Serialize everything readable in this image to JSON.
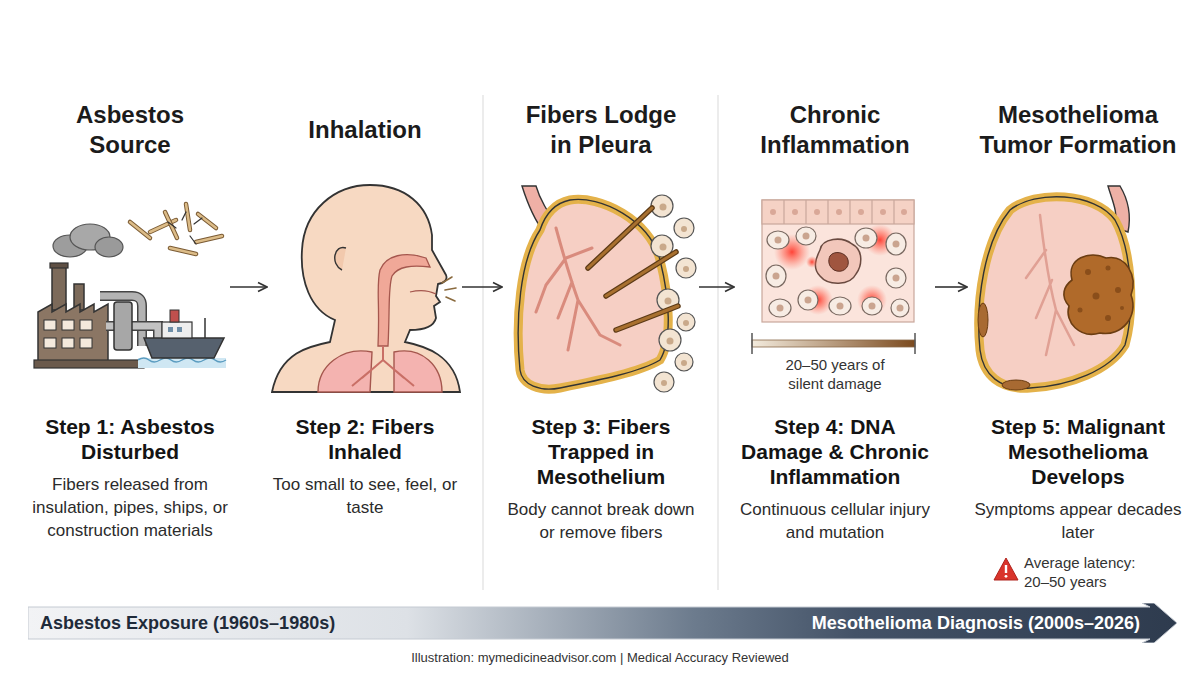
{
  "diagram": {
    "nodes": [
      {
        "text": [
          "Asbestos Source",
          "Step 1: Asbestos Disturbed",
          "Fibers released from insulation, pipes, ships, or construction materials"
        ]
      },
      {
        "text": [
          "Inhalation",
          "Step 2: Fibers Inhaled",
          "Too small to see, feel, or taste"
        ]
      },
      {
        "text": [
          "Fibers Lodge in Pleura",
          "Step 3: Fibers Trapped in Mesothelium",
          "Body cannot break down or remove fibers"
        ]
      },
      {
        "text": [
          "Chronic Inflammation",
          "Step 4: DNA Damage & Chronic Inflammation",
          "Continuous cellular injury and mutation"
        ]
      },
      {
        "text": [
          "Mesothelioma Tumor Formation",
          "Step 5: Malignant Mesothelioma Develops",
          "Symptoms appear decades later"
        ]
      },
      {
        "text": [
          "Asbestos Exposure (1960s–1980s)",
          "Mesothelioma Diagnosis (2000s–2026)"
        ]
      }
    ],
    "edges": [
      {
        "from": 0,
        "to": 1,
        "arrow": "to"
      },
      {
        "from": 1,
        "to": 2,
        "arrow": "to"
      },
      {
        "from": 2,
        "to": 3,
        "arrow": "to"
      },
      {
        "from": 3,
        "to": 4,
        "arrow": "to"
      }
    ],
    "labels": [
      "20–50 years of silent damage",
      "Average latency: 20–50 years",
      "Illustration: mymedicineadvisor.com | Medical Accuracy Reviewed"
    ]
  }
}
